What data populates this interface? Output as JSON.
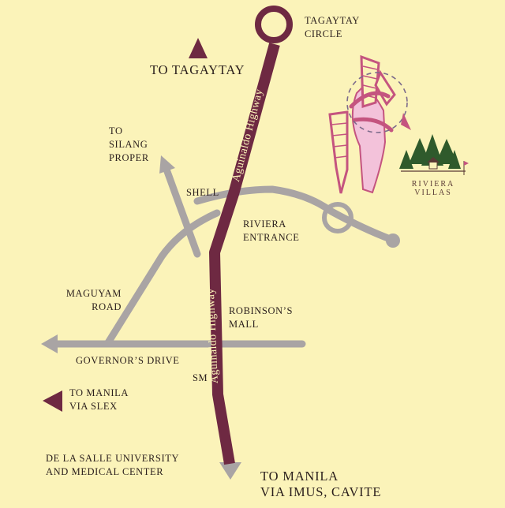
{
  "colors": {
    "background": "#fbf3b9",
    "highway": "#6e2942",
    "road": "#a9a4a4",
    "subdivision": "#c4547f",
    "subdivision_fill": "#f3c2da"
  },
  "highway": {
    "name_north": "Aguinaldo Highway",
    "name_south": "Aguinaldo Highway"
  },
  "labels": {
    "tagaytay_circle": [
      "TAGAYTAY",
      "CIRCLE"
    ],
    "to_tagaytay": "TO TAGAYTAY",
    "to_silang": [
      "TO",
      "SILANG",
      "PROPER"
    ],
    "shell": "SHELL",
    "riviera_entrance": [
      "RIVIERA",
      "ENTRANCE"
    ],
    "maguyam_road": [
      "MAGUYAM",
      "ROAD"
    ],
    "robinsons_mall": [
      "ROBINSON’S",
      "MALL"
    ],
    "governors_drive": "GOVERNOR’S DRIVE",
    "sm": "SM",
    "to_manila_slex": [
      "TO MANILA",
      "VIA SLEX"
    ],
    "de_la_salle": [
      "DE LA SALLE UNIVERSITY",
      "AND MEDICAL CENTER"
    ],
    "to_manila_imus": [
      "TO MANILA",
      "VIA IMUS, CAVITE"
    ]
  },
  "logo": {
    "line1": "RIVIERA",
    "line2": "VILLAS"
  },
  "icons": {
    "north_marker": "triangle-up-icon",
    "west_marker": "triangle-left-icon",
    "locator": "dashed-circle-pointer-icon",
    "logo_trees": "pine-trees-house-icon"
  }
}
